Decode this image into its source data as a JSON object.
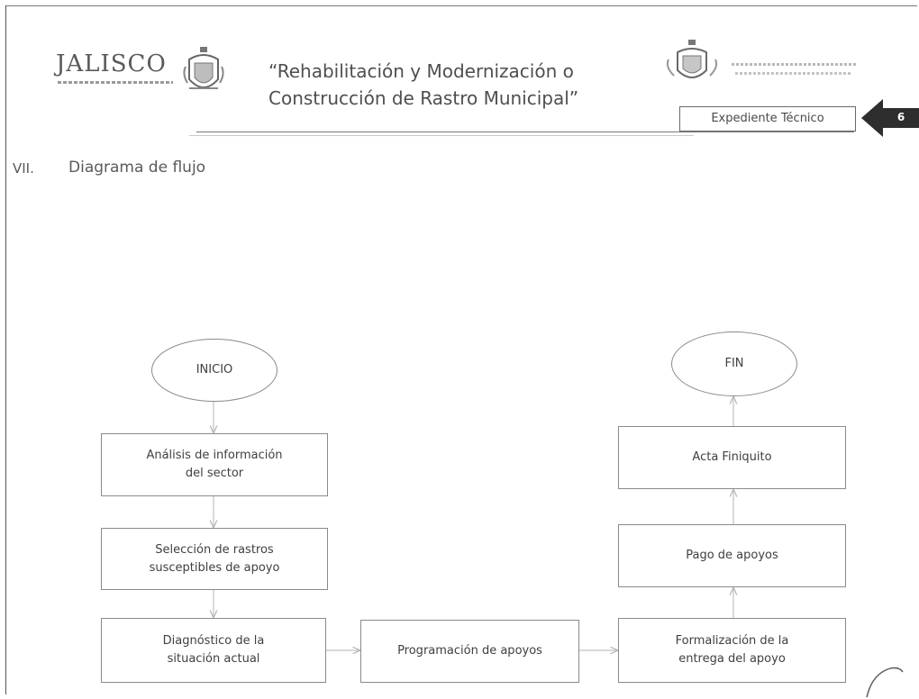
{
  "header": {
    "logo_left_text": "JALISCO",
    "title": "“Rehabilitación y Modernización o Construcción de Rastro Municipal”",
    "expediente_label": "Expediente Técnico",
    "page_number": "6"
  },
  "section": {
    "number": "VII.",
    "title": "Diagrama de flujo"
  },
  "flow": {
    "start": "INICIO",
    "step1": "Análisis de información\ndel sector",
    "step2": "Selección de rastros\nsusceptibles de apoyo",
    "step3": "Diagnóstico de la\nsituación actual",
    "step4": "Programación de apoyos",
    "step5": "Formalización de la\nentrega del apoyo",
    "step6": "Pago de apoyos",
    "step7": "Acta Finiquito",
    "end": "FIN"
  },
  "colors": {
    "ink": "#3f3f3f",
    "border": "#8a8a8a",
    "connector": "#b5b5b5",
    "arrow_badge": "#2e2e2e"
  }
}
